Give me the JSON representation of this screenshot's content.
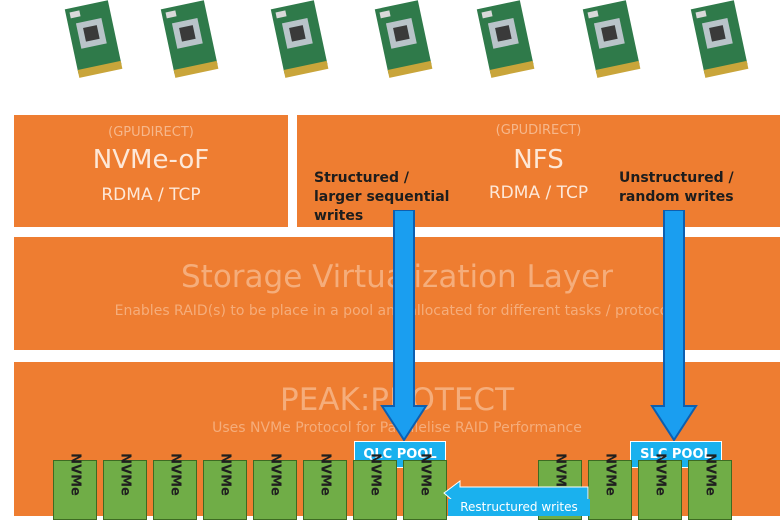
{
  "colors": {
    "orange": "#ee7d31",
    "blue": "#1ab1ee",
    "arrow_blue": "#0d8fe0",
    "green": "#70ad47"
  },
  "cards": {
    "count": 7,
    "icon": "network-card-icon"
  },
  "nvmeof": {
    "caption": "(GPUDIRECT)",
    "title": "NVMe-oF",
    "subtitle": "RDMA / TCP"
  },
  "nfs": {
    "caption": "(GPUDIRECT)",
    "title": "NFS",
    "subtitle": "RDMA / TCP",
    "note_left": [
      "Structured /",
      "larger sequential",
      "writes"
    ],
    "note_right": [
      "Unstructured /",
      "random writes"
    ]
  },
  "virtualization": {
    "title": "Storage Virtualization Layer",
    "subtitle": "Enables RAID(s) to be place in a pool and allocated for different tasks / protocols"
  },
  "protect": {
    "title": "PEAK:PROTECT",
    "subtitle": "Uses NVMe Protocol for Parallelise RAID Performance"
  },
  "pools": {
    "qlc": "QLC POOL",
    "slc": "SLC POOL",
    "restructured": "Restructured writes"
  },
  "drives": {
    "label": "NVMe",
    "qlc_count": 8,
    "slc_count": 4
  }
}
